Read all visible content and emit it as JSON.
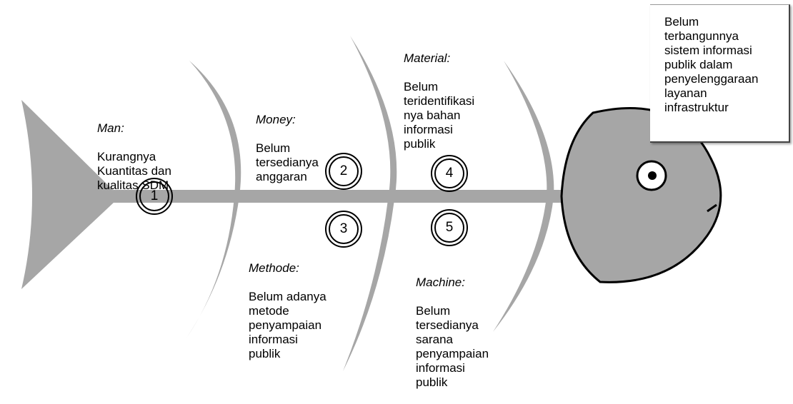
{
  "colors": {
    "bone": "#a6a6a6",
    "head": "#a6a6a6",
    "outline": "#000000"
  },
  "causes": [
    {
      "id": "1",
      "category": "Man:",
      "description": "Kurangnya\nKuantitas dan\nkualitas SDM"
    },
    {
      "id": "2",
      "category": "Money:",
      "description": "Belum\ntersedianya\nanggaran"
    },
    {
      "id": "3",
      "category": "Methode:",
      "description": "Belum adanya\nmetode\npenyampaian\ninformasi\npublik"
    },
    {
      "id": "4",
      "category": "Material:",
      "description": "Belum\nteridentifikasi\nnya bahan\ninformasi\npublik"
    },
    {
      "id": "5",
      "category": "Machine:",
      "description": "Belum\ntersedianya\nsarana\npenyampaian\ninformasi\npublik"
    }
  ],
  "problem": "Belum\nterbangunnya\nsistem informasi\npublik dalam\npenyelenggaraan\nlayanan\ninfrastruktur"
}
